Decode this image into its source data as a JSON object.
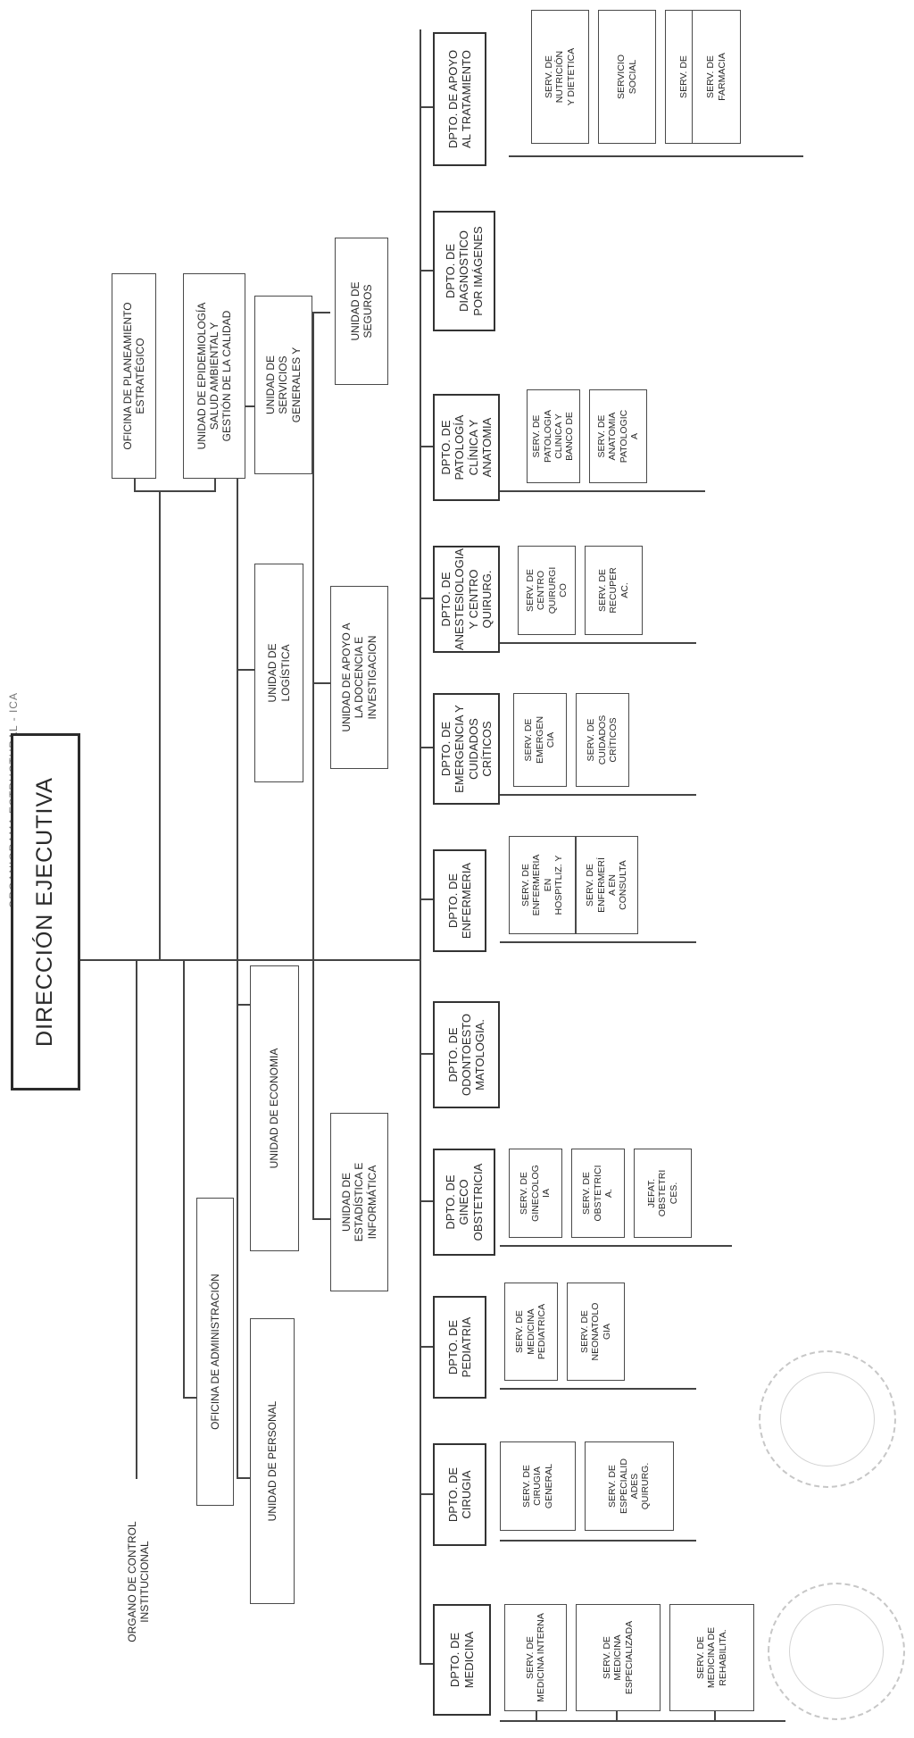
{
  "page_heading": "ORGANIGRAMA ESTRUCTURAL - ICA",
  "direccion": "DIRECCIÓN EJECUTIVA",
  "organo_control": "ORGANO DE CONTROL\nINSTITUCIONAL",
  "oficina_planeamiento": "OFICINA DE PLANEAMIENTO\nESTRATÉGICO",
  "unidad_epidemiologia": "UNIDAD DE EPIDEMIOLOGÍA\nSALUD AMBIENTAL Y\nGESTIÓN DE LA CALIDAD",
  "oficina_administracion": "OFICINA DE ADMINISTRACIÓN",
  "admin_units": {
    "personal": "UNIDAD DE PERSONAL",
    "economia": "UNIDAD DE ECONOMIA",
    "logistica": "UNIDAD DE\nLOGÍSTICA",
    "servicios": "UNIDAD DE\nSERVICIOS\nGENERALES Y"
  },
  "support_units": {
    "estadistica": "UNIDAD DE\nESTADÍSTICA E\nINFORMÁTICA",
    "docencia": "UNIDAD DE APOYO A\nLA DOCENCIA E\nINVESTIGACION",
    "seguros": "UNIDAD DE\nSEGUROS"
  },
  "departments": [
    {
      "name": "DPTO. DE MEDICINA",
      "services": [
        "SERV. DE\nMEDICINA INTERNA",
        "SERV. DE\nMEDICINA\nESPECIALIZADA",
        "SERV. DE\nMEDICINA DE\nREHABILITA."
      ]
    },
    {
      "name": "DPTO. DE\nCIRUGIA",
      "services": [
        "SERV. DE\nCIRUGIA\nGENERAL",
        "SERV. DE\nESPECIALID\nADES\nQUIRURG."
      ]
    },
    {
      "name": "DPTO. DE\nPEDIATRIA",
      "services": [
        "SERV. DE\nMEDICINA\nPEDIATRICA",
        "SERV. DE\nNEONATOLO\nGIA"
      ]
    },
    {
      "name": "DPTO. DE\nGINECO\nOBSTETRICIA",
      "services": [
        "SERV. DE\nGINECOLOG\nIA",
        "SERV. DE\nOBSTETRICI\nA.",
        "JEFAT.\nOBSTETRI\nCES."
      ]
    },
    {
      "name": "DPTO. DE\nODONTOESTO\nMATOLOGIA.",
      "services": []
    },
    {
      "name": "DPTO. DE\nENFERMERIA",
      "services": [
        "SERV. DE\nENFERMERIA\nEN\nHOSPITLIZ. Y",
        "SERV. DE\nENFERMERÍ\nA EN\nCONSULTA"
      ]
    },
    {
      "name": "DPTO. DE\nEMERGENCIA Y\nCUIDADOS\nCRÍTICOS",
      "services": [
        "SERV. DE\nEMERGEN\nCIA",
        "SERV. DE\nCUIDADOS\nCRÍTICOS"
      ]
    },
    {
      "name": "DPTO. DE\nANESTESIOLOGIA\nY CENTRO\nQUIRURG.",
      "services": [
        "SERV. DE\nCENTRO\nQUIRURGI\nCO",
        "SERV. DE\nRECUPER\nAC."
      ]
    },
    {
      "name": "DPTO. DE\nPATOLOGÍA\nCLÍNICA Y\nANATOMIA",
      "services": [
        "SERV. DE\nPATOLOGIA\nCLINICA Y\nBANCO DE",
        "SERV. DE\nANATOMIA\nPATOLOGIC\nA"
      ]
    },
    {
      "name": "DPTO. DE\nDIAGNOSTICO\nPOR IMÁGENES",
      "services": []
    },
    {
      "name": "DPTO. DE APOYO\nAL TRATAMIENTO",
      "services": [
        "SERV. DE\nNUTRICIÓN\nY DIETETICA",
        "SERVICIO\nSOCIAL",
        "SERV. DE\nPSICOLOGIA",
        "SERV. DE\nFARMACIA"
      ]
    }
  ]
}
